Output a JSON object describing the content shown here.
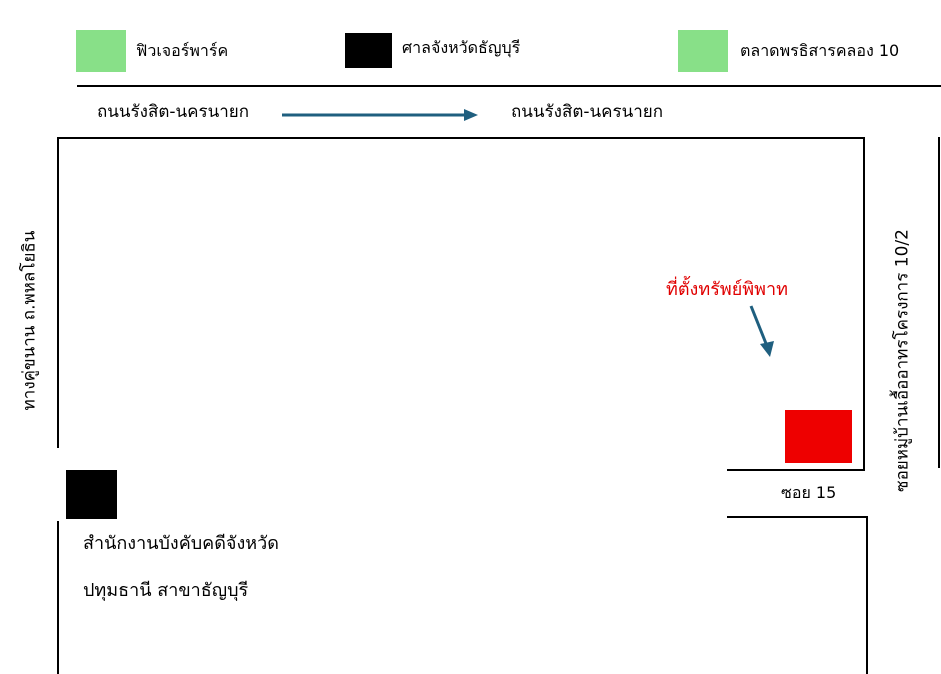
{
  "legend": {
    "items": [
      {
        "label": "ฟิวเจอร์พาร์ค",
        "color": "#88e088"
      },
      {
        "label": "ศาลจังหวัดธัญบุรี",
        "color": "#000000"
      },
      {
        "label": "ตลาดพรธิสารคลอง 10",
        "color": "#88e088"
      }
    ]
  },
  "roads": {
    "main_left": "ถนนรังสิต-นครนายก",
    "main_right": "ถนนรังสิต-นครนายก",
    "left_side": "ทางคู่ขนาน ถ.พหลโยธิน",
    "right_side": "ซอยหมู่บ้านเอื้ออาทรโครงการ 10/2",
    "soi": "ซอย 15"
  },
  "property": {
    "label": "ที่ตั้งทรัพย์พิพาท",
    "color": "#ee0000"
  },
  "office": {
    "line1": "สำนักงานบังคับคดีจังหวัด",
    "line2": "ปทุมธานี สาขาธัญบุรี",
    "color": "#000000"
  },
  "arrow_color": "#1f5f7f"
}
